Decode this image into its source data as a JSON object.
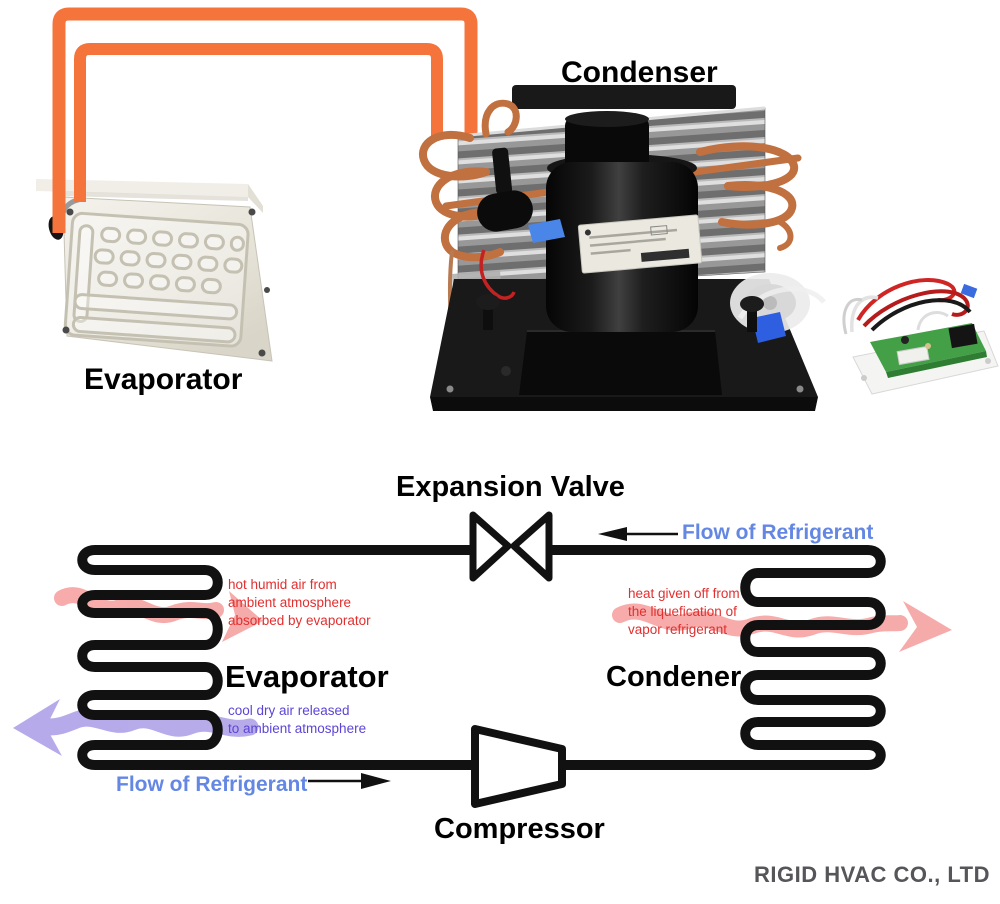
{
  "colors": {
    "ink": "#111111",
    "blue": "#6487e4",
    "red": "#e22f2f",
    "violet": "#5b45d6",
    "pink_wave": "#f6a2a2",
    "violet_wave": "#b4a6e9",
    "orange": "#f4743c",
    "copper": "#c1703f",
    "footer": "#55555a"
  },
  "icons": {
    "flow_left_arrow": "arrow-left-icon",
    "flow_right_arrow": "arrow-right-icon",
    "hot_air_wave": "wavy-arrow-right-icon",
    "heat_out_wave": "wavy-arrow-right-icon",
    "cool_air_wave": "wavy-arrow-left-icon",
    "expansion_valve": "bowtie-valve-icon",
    "compressor": "trapezoid-compressor-icon"
  },
  "photos": {
    "condenser_label": "Condenser",
    "evaporator_label": "Evaporator"
  },
  "diagram": {
    "expansion_valve_label": "Expansion Valve",
    "flow_top_label": "Flow of Refrigerant",
    "flow_bottom_label": "Flow of Refrigerant",
    "evaporator_label": "Evaporator",
    "condenser_label": "Condener",
    "compressor_label": "Compressor",
    "hot_air_note": [
      "hot humid air from",
      "ambient atmosphere",
      "absorbed by evaporator"
    ],
    "heat_note": [
      "heat given off from",
      "the liquefication of",
      "vapor refrigerant"
    ],
    "cool_air_note": [
      "cool dry air released",
      "to ambient atmosphere"
    ]
  },
  "footer": {
    "company": "RIGID HVAC CO., LTD"
  }
}
